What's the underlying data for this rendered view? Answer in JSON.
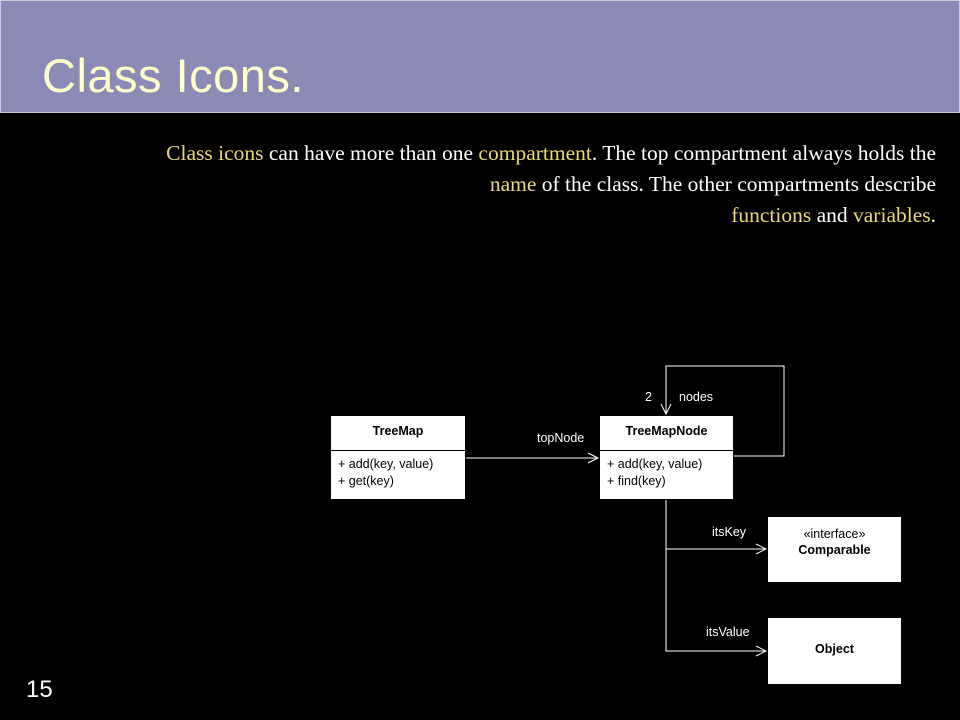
{
  "slide": {
    "title": "Class Icons.",
    "number": "15"
  },
  "body_text": {
    "s1": "Class icons",
    "s2": " can have more than one ",
    "s3": "compartment",
    "s4": ". The top compartment always holds the ",
    "s5": "name",
    "s6": " of the class. The other compartments describe ",
    "s7": "functions",
    "s8": " and ",
    "s9": "variables",
    "s10": "."
  },
  "colors": {
    "title_bar": "#8a8ab4",
    "title_text": "#ffffcc",
    "highlight_text": "#e8d878",
    "background": "#000000"
  },
  "diagram": {
    "treemap": {
      "name": "TreeMap",
      "members": [
        "+ add(key, value)",
        "+ get(key)"
      ]
    },
    "treemapnode": {
      "name": "TreeMapNode",
      "members": [
        "+ add(key, value)",
        "+ find(key)"
      ]
    },
    "comparable": {
      "stereotype": "«interface»",
      "name": "Comparable"
    },
    "object": {
      "name": "Object"
    },
    "associations": {
      "top_node": "topNode",
      "nodes_multiplicity": "2",
      "nodes": "nodes",
      "its_key": "itsKey",
      "its_value": "itsValue"
    }
  }
}
